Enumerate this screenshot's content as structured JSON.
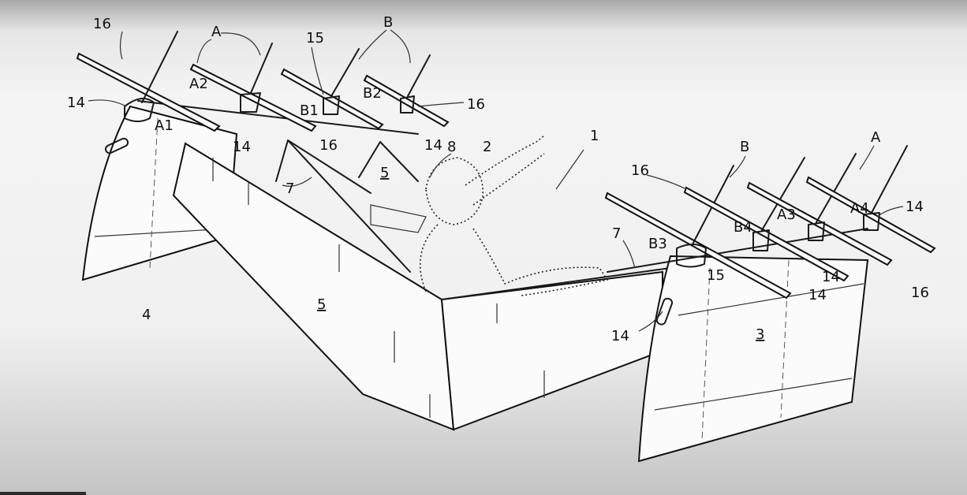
{
  "figure": {
    "labels": [
      "16",
      "A",
      "15",
      "B",
      "A2",
      "14",
      "A1",
      "B1",
      "B2",
      "16",
      "14",
      "16",
      "14",
      "8",
      "2",
      "5",
      "7",
      "1",
      "16",
      "B",
      "A",
      "14",
      "B3",
      "B4",
      "A3",
      "A4",
      "7",
      "5",
      "4",
      "3",
      "15",
      "14",
      "16",
      "14",
      "14"
    ]
  }
}
